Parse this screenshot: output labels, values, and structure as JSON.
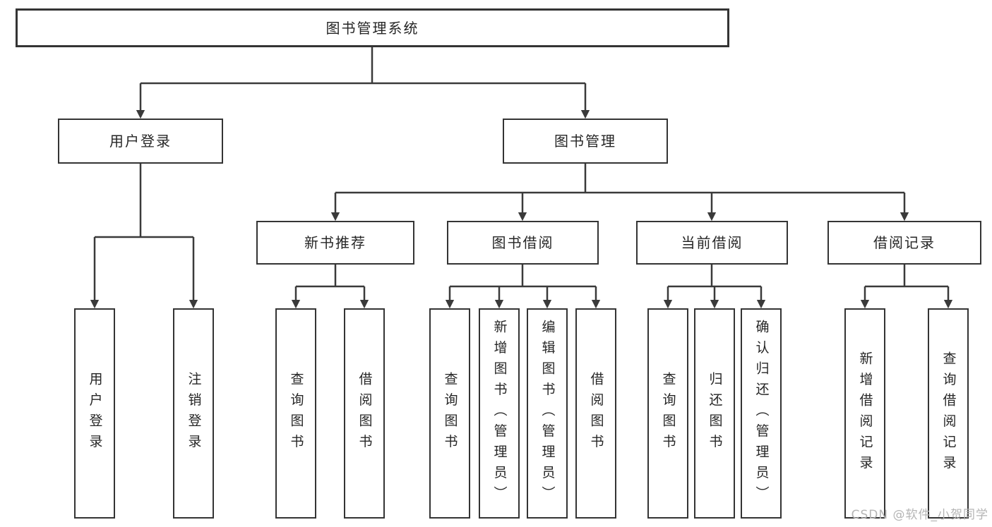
{
  "diagram": {
    "root": {
      "label": "图书管理系统",
      "children": [
        {
          "label": "用户登录",
          "children": [
            {
              "label": "用户登录"
            },
            {
              "label": "注销登录"
            }
          ]
        },
        {
          "label": "图书管理",
          "children": [
            {
              "label": "新书推荐",
              "children": [
                {
                  "label": "查询图书"
                },
                {
                  "label": "借阅图书"
                }
              ]
            },
            {
              "label": "图书借阅",
              "children": [
                {
                  "label": "查询图书"
                },
                {
                  "label": "新增图书（管理员）"
                },
                {
                  "label": "编辑图书（管理员）"
                },
                {
                  "label": "借阅图书"
                }
              ]
            },
            {
              "label": "当前借阅",
              "children": [
                {
                  "label": "查询图书"
                },
                {
                  "label": "归还图书"
                },
                {
                  "label": "确认归还（管理员）"
                }
              ]
            },
            {
              "label": "借阅记录",
              "children": [
                {
                  "label": "新增借阅记录"
                },
                {
                  "label": "查询借阅记录"
                }
              ]
            }
          ]
        }
      ]
    },
    "watermark": "CSDN @软件_小贺同学",
    "colors": {
      "line": "#3a3a3a",
      "border": "#343434",
      "text": "#262626",
      "watermark": "#b5b5b5",
      "background": "#ffffff"
    }
  }
}
